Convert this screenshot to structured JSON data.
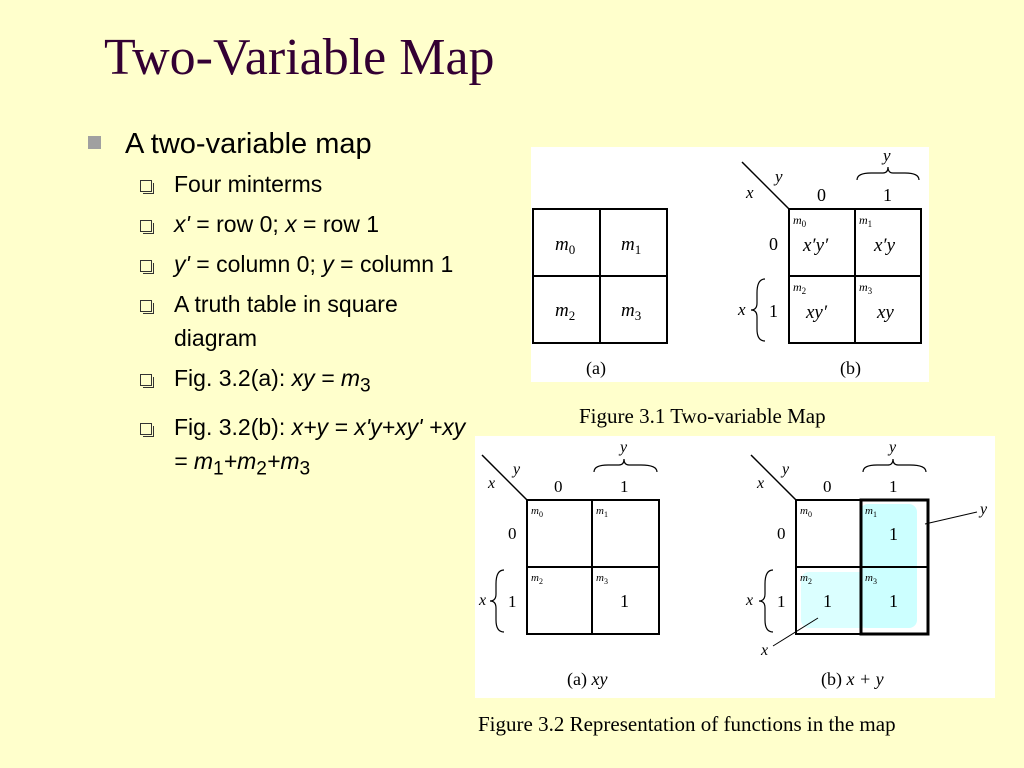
{
  "slide": {
    "title": "Two-Variable Map",
    "bullet": "A two-variable map",
    "sub_items": [
      {
        "pre": "",
        "v1": "",
        "mid": "Four minterms",
        "v2": "",
        "post": ""
      },
      {
        "pre": "",
        "v1": "x'",
        "mid": " = row 0; ",
        "v2": "x",
        "post": " = row 1"
      },
      {
        "pre": "",
        "v1": "y'",
        "mid": " = column 0; ",
        "v2": "y",
        "post": " = column 1"
      },
      {
        "pre": "",
        "v1": "",
        "mid": "A truth table in square diagram",
        "v2": "",
        "post": ""
      }
    ],
    "fig_a_text": {
      "prefix": "Fig. 3.2(a): ",
      "expr": "xy = m",
      "sub": "3"
    },
    "fig_b_text": {
      "prefix": "Fig. 3.2(b): ",
      "expr": "x+y = x'y+xy' +xy = ",
      "m1": "m",
      "s1": "1",
      "p1": "+m",
      "s2": "2",
      "p2": "+m",
      "s3": "3"
    }
  },
  "figure31": {
    "caption": "Figure 3.1 Two-variable Map",
    "a_cells": [
      {
        "m": "m",
        "s": "0"
      },
      {
        "m": "m",
        "s": "1"
      },
      {
        "m": "m",
        "s": "2"
      },
      {
        "m": "m",
        "s": "3"
      }
    ],
    "a_label": "(a)",
    "b_label": "(b)",
    "x": "x",
    "y": "y",
    "zero": "0",
    "one": "1",
    "b_cells": [
      {
        "m": "m",
        "s": "0",
        "expr": "x′y′"
      },
      {
        "m": "m",
        "s": "1",
        "expr": "x′y"
      },
      {
        "m": "m",
        "s": "2",
        "expr": "xy′"
      },
      {
        "m": "m",
        "s": "3",
        "expr": "xy"
      }
    ]
  },
  "figure32": {
    "caption": "Figure 3.2 Representation of functions in the map",
    "a_label": "(a) ",
    "a_expr": "xy",
    "b_label": "(b) ",
    "b_expr": "x + y",
    "one_value": "1"
  },
  "colors": {
    "background": "#ffffcc",
    "title": "#330033",
    "highlight": "#ccffff"
  }
}
